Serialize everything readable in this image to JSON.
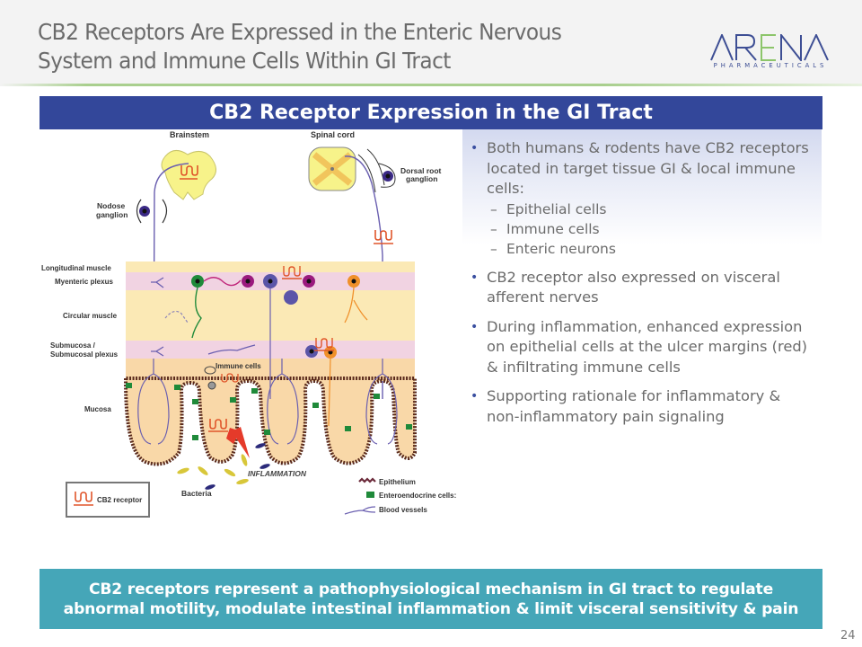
{
  "slide": {
    "title_line1": "CB2 Receptors Are Expressed in the Enteric Nervous",
    "title_line2": "System and Immune Cells Within GI Tract",
    "page_number": "24"
  },
  "logo": {
    "letters": [
      "A",
      "R",
      "E",
      "N",
      "A"
    ],
    "subtitle": "PHARMACEUTICALS",
    "primary_color": "#3d4e94",
    "accent_color": "#8cc56a"
  },
  "banner": {
    "title": "CB2 Receptor Expression in the GI Tract"
  },
  "diagram": {
    "top_labels": {
      "brainstem": "Brainstem",
      "spinal_cord": "Spinal cord",
      "nodose_ganglion_1": "Nodose",
      "nodose_ganglion_2": "ganglion",
      "dorsal_root_1": "Dorsal root",
      "dorsal_root_2": "ganglion"
    },
    "layer_labels": [
      "Longitudinal muscle",
      "Myenteric plexus",
      "Circular muscle",
      "Submucosa /",
      "Submucosal plexus",
      "Mucosa"
    ],
    "annotations": {
      "immune_cells": "Immune cells",
      "inflammation": "INFLAMMATION",
      "bacteria": "Bacteria"
    },
    "legend_box": {
      "cb2_receptor": "CB2 receptor"
    },
    "legend": [
      {
        "icon": "epithelium-icon",
        "label": "Epithelium"
      },
      {
        "icon": "enteroendocrine-cell-icon",
        "label": "Enteroendocrine cells:"
      },
      {
        "icon": "blood-vessel-icon",
        "label": "Blood vessels"
      }
    ]
  },
  "bullets": [
    {
      "text": "Both humans & rodents have CB2 receptors located in target tissue GI & local immune cells:",
      "sub": [
        "Epithelial cells",
        "Immune cells",
        "Enteric neurons"
      ]
    },
    {
      "text": "CB2 receptor also expressed on visceral afferent nerves"
    },
    {
      "text": "During inflammation, enhanced expression on epithelial cells at the ulcer margins (red) & infiltrating immune cells"
    },
    {
      "text": "Supporting rationale for inflammatory & non-inflammatory pain signaling"
    }
  ],
  "conclusion": {
    "line1": "CB2 receptors represent a pathophysiological mechanism in GI tract to regulate",
    "line2": "abnormal motility, modulate intestinal inflammation & limit visceral sensitivity & pain"
  },
  "bullet_marker": "•",
  "sub_marker": "–"
}
